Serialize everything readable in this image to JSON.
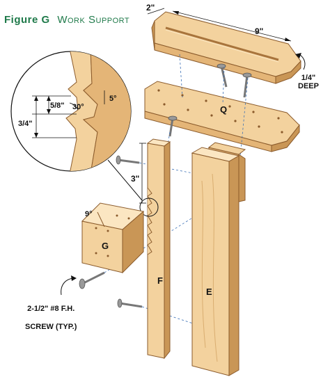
{
  "figure": {
    "label": "Figure G",
    "title": "Work Support"
  },
  "dimensions": {
    "width_2": "2\"",
    "length_9": "9\"",
    "groove_depth": "1/4\"",
    "groove_depth_word": "DEEP",
    "spacing_3": "3\"",
    "angle_9": "9°"
  },
  "detail": {
    "angle_30": "30°",
    "angle_5": "5°",
    "dim_5_8": "5/8\"",
    "dim_3_4": "3/4\""
  },
  "parts": {
    "q": "Q",
    "g": "G",
    "f": "F",
    "e": "E"
  },
  "screw_note": {
    "line1": "2-1/2\" #8 F.H.",
    "line2": "SCREW (TYP.)"
  },
  "colors": {
    "title": "#1f7a4a",
    "wood_face": "#f3d29e",
    "wood_side": "#e4b577",
    "wood_dark": "#c99656",
    "guide_line": "#3a6fb5",
    "screw": "#8a8a8a"
  }
}
